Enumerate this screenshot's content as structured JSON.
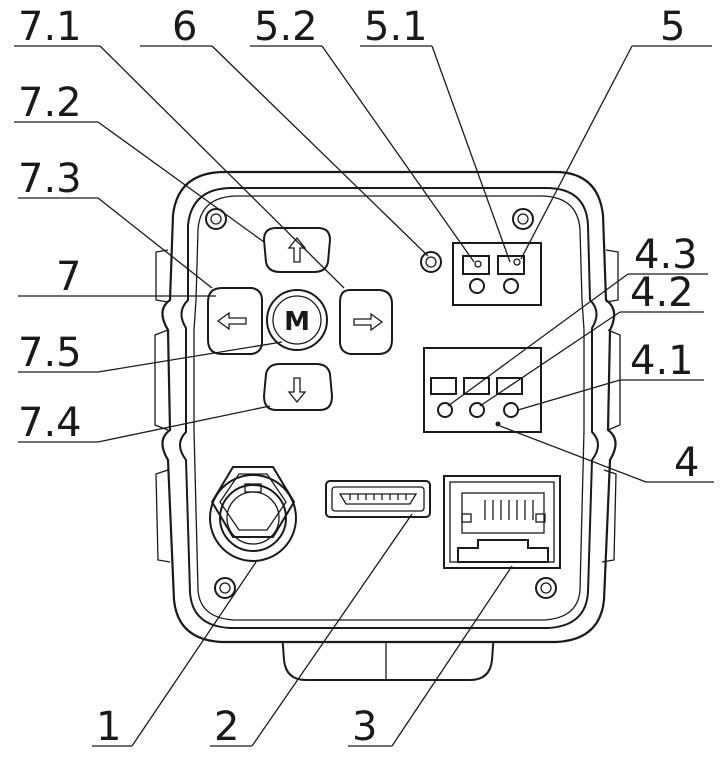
{
  "labels": {
    "l7_1": "7.1",
    "l6": "6",
    "l5_2": "5.2",
    "l5_1": "5.1",
    "l5": "5",
    "l7_2": "7.2",
    "l7_3": "7.3",
    "l7": "7",
    "l4_3": "4.3",
    "l4_2": "4.2",
    "l4_1": "4.1",
    "l4": "4",
    "l7_5": "7.5",
    "l7_4": "7.4",
    "l1": "1",
    "l2": "2",
    "l3": "3"
  },
  "buttons": {
    "menu_letter": "M"
  },
  "colors": {
    "line": "#1a1a1a",
    "background": "#ffffff"
  }
}
